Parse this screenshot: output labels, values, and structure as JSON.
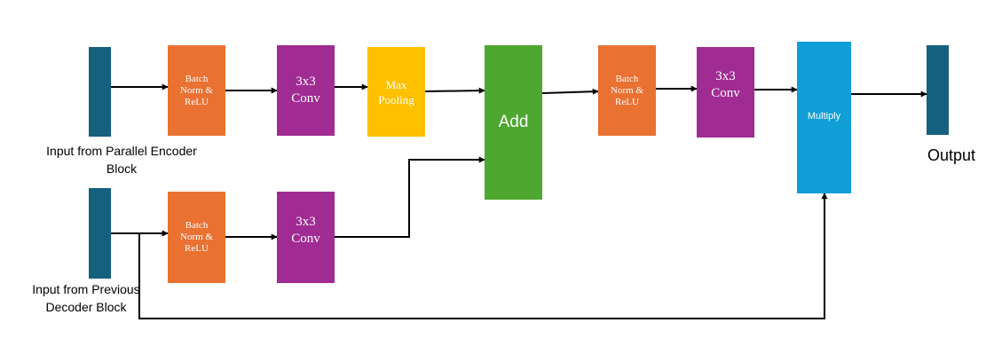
{
  "blocks": {
    "bn_top": "Batch\nNorm &\nReLU",
    "conv_top": "3x3\nConv",
    "maxpool": "Max\nPooling",
    "add": "Add",
    "bn_after_add": "Batch\nNorm &\nReLU",
    "conv_after_add": "3x3\nConv",
    "multiply": "Multiply",
    "bn_bottom": "Batch\nNorm &\nReLU",
    "conv_bottom": "3x3\nConv"
  },
  "captions": {
    "input_encoder": "Input from Parallel Encoder\nBlock",
    "input_decoder": "Input from Previous\nDecoder Block",
    "output": "Output"
  },
  "colors": {
    "input_bar": "#15607f",
    "batch_norm": "#e97132",
    "conv": "#a02b93",
    "max_pooling": "#ffc000",
    "add": "#4ea72e",
    "multiply": "#0f9ed5",
    "arrow": "#000000"
  }
}
